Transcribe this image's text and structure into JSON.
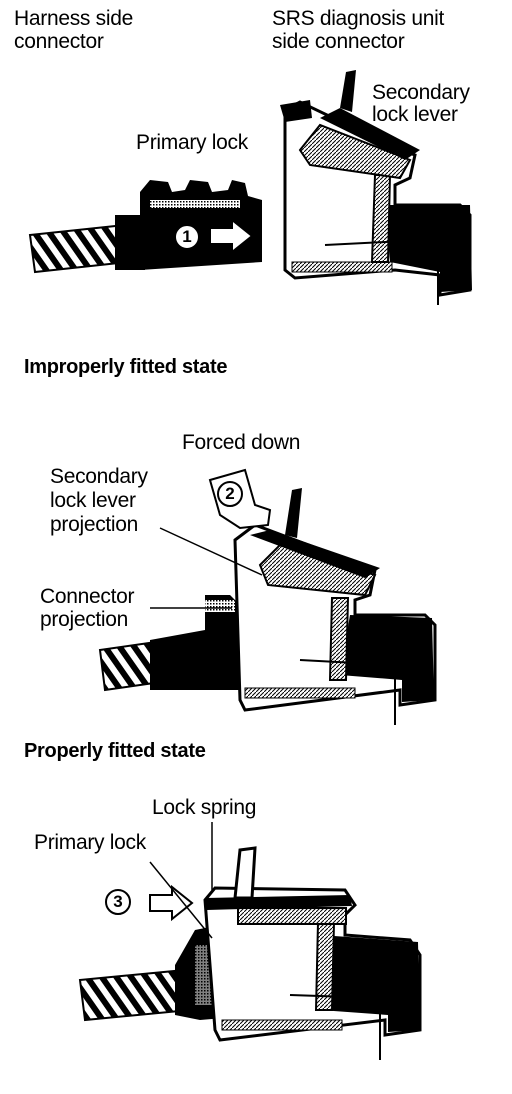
{
  "labels": {
    "harness_side": [
      "Harness side",
      "connector"
    ],
    "srs_unit_side": [
      "SRS diagnosis unit",
      "side connector"
    ],
    "secondary_lock_lever": [
      "Secondary",
      "lock lever"
    ],
    "primary_lock_top": "Primary lock",
    "step1": "1",
    "improper_title": "Improperly fitted state",
    "forced_down": "Forced down",
    "lever_projection": [
      "Secondary",
      "lock   lever",
      "projection"
    ],
    "step2": "2",
    "connector_projection": [
      "Connector",
      "projection"
    ],
    "proper_title": "Properly fitted state",
    "lock_spring": "Lock spring",
    "primary_lock_bottom": "Primary lock",
    "step3": "3"
  },
  "colors": {
    "ink": "#000000",
    "paper": "#ffffff",
    "hatch": "#888888"
  }
}
